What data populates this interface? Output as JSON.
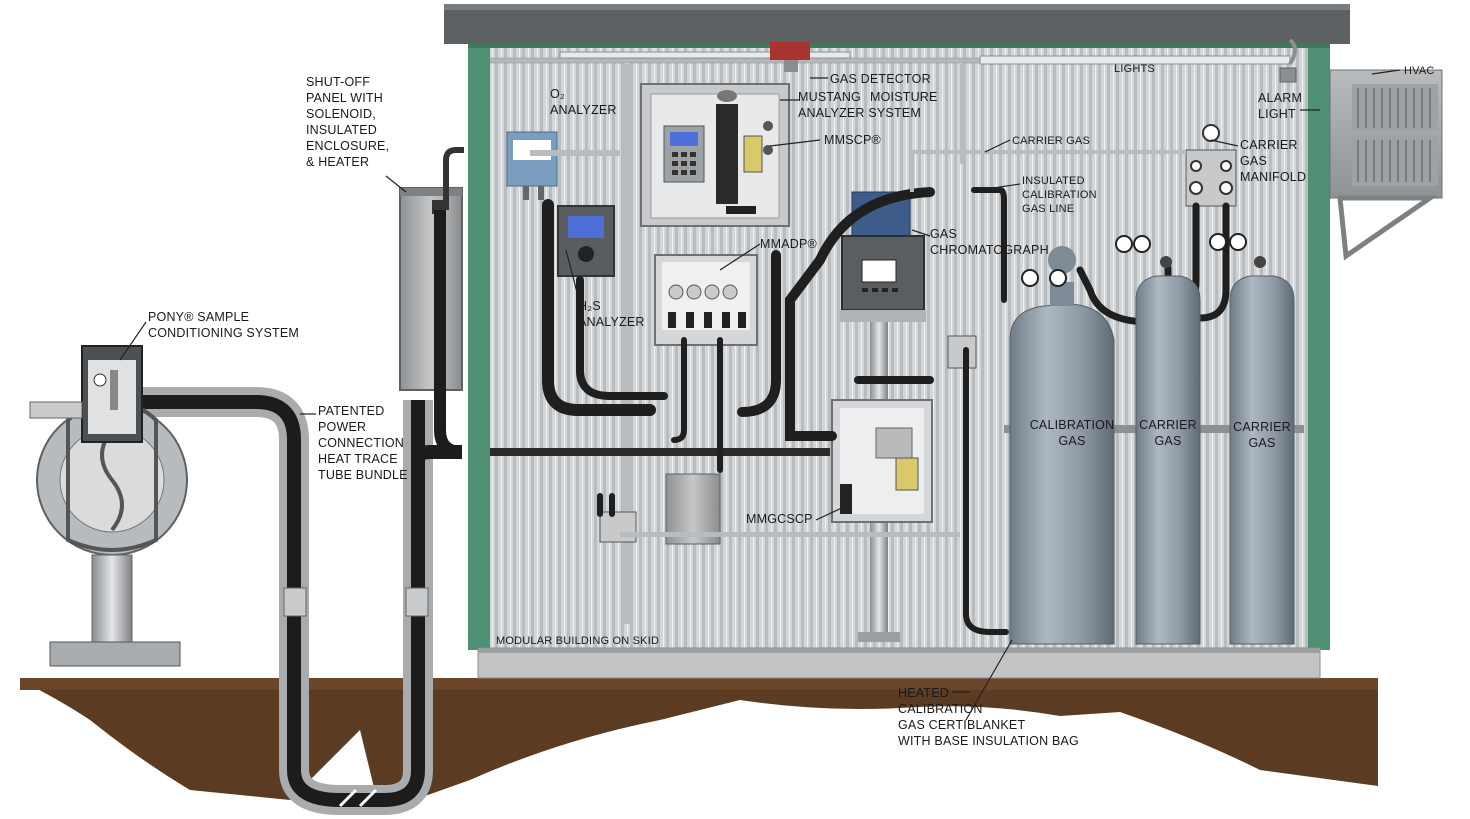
{
  "labels": {
    "shutoff_panel": "SHUT-OFF\nPANEL WITH\nSOLENOID,\nINSULATED\nENCLOSURE,\n& HEATER",
    "o2_analyzer": "O₂\nANALYZER",
    "gas_detector": "GAS DETECTOR",
    "lights": "LIGHTS",
    "hvac": "HVAC",
    "alarm_light": "ALARM\nLIGHT",
    "mustang_analyzer": "MUSTANG\nANALYZER SYSTEM",
    "moisture": "MOISTURE",
    "mmscp": "MMSCP®",
    "carrier_gas_line": "CARRIER GAS",
    "carrier_gas_manifold": "CARRIER\nGAS\nMANIFOLD",
    "insulated_cal_line": "INSULATED\nCALIBRATION\nGAS LINE",
    "gas_chromatograph": "GAS\nCHROMATOGRAPH",
    "mmadp": "MMADP®",
    "h2s_analyzer": "H₂S\nANALYZER",
    "pony": "PONY® SAMPLE\nCONDITIONING SYSTEM",
    "patented_bundle": "PATENTED\nPOWER\nCONNECTION\nHEAT TRACE\nTUBE BUNDLE",
    "calibration_gas": "CALIBRATION\nGAS",
    "carrier_gas_1": "CARRIER\nGAS",
    "carrier_gas_2": "CARRIER\nGAS",
    "mmgcscp": "MMGCSCP",
    "modular_building": "MODULAR BUILDING ON SKID",
    "heated_cal": "HEATED\nCALIBRATION\nGAS CERTIBLANKET\nWITH BASE INSULATION BAG"
  },
  "colors": {
    "wall_frame": "#4f8f73",
    "wall_panel": "#c9ccce",
    "roof": "#5a5d60",
    "ground": "#5a3a22",
    "cylinder": "#8e9aa6",
    "tube": "#1c1c1c",
    "enclosure": "#a7a9ab",
    "screen": "#4f6fd8"
  }
}
